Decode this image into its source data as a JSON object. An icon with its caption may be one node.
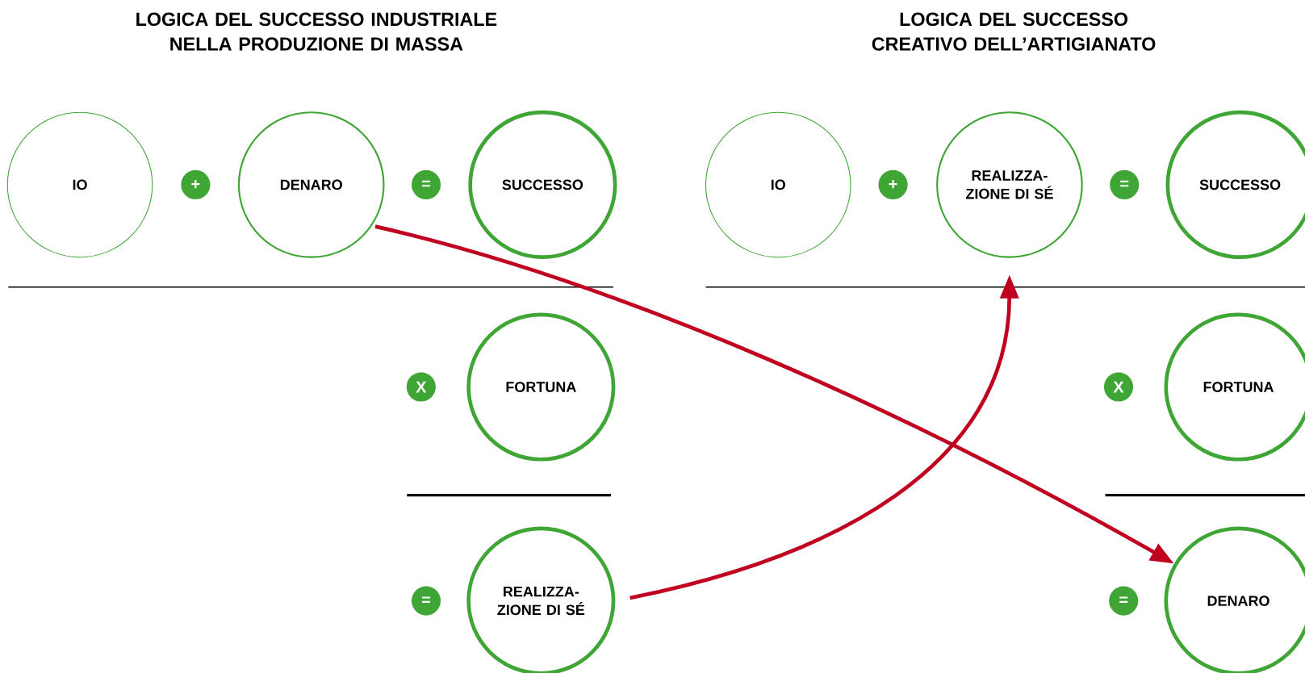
{
  "diagram": {
    "nodes": [
      {
        "text": [
          "IO"
        ]
      },
      {
        "text": [
          "+"
        ]
      },
      {
        "text": [
          "DENARO"
        ]
      },
      {
        "text": [
          "="
        ]
      },
      {
        "text": [
          "SUCCESSO"
        ]
      },
      {
        "text": [
          "X"
        ]
      },
      {
        "text": [
          "FORTUNA"
        ]
      },
      {
        "text": [
          "="
        ]
      },
      {
        "text": [
          "REALIZZA- ZIONE DI SÉ"
        ]
      },
      {
        "text": [
          "IO"
        ]
      },
      {
        "text": [
          "+"
        ]
      },
      {
        "text": [
          "REALIZZA- ZIONE DI SÉ"
        ]
      },
      {
        "text": [
          "="
        ]
      },
      {
        "text": [
          "SUCCESSO"
        ]
      },
      {
        "text": [
          "X"
        ]
      },
      {
        "text": [
          "FORTUNA"
        ]
      },
      {
        "text": [
          "="
        ]
      },
      {
        "text": [
          "DENARO"
        ]
      }
    ],
    "edges": [
      {
        "from": 2,
        "to": 17,
        "arrow": "to"
      },
      {
        "from": 8,
        "to": 11,
        "arrow": "to"
      }
    ],
    "labels": [
      "LOGICA DEL SUCCESSO INDUSTRIALE NELLA PRODUZIONE DI MASSA",
      "LOGICA DEL SUCCESSO CREATIVO DELL’ARTIGIANATO"
    ]
  }
}
